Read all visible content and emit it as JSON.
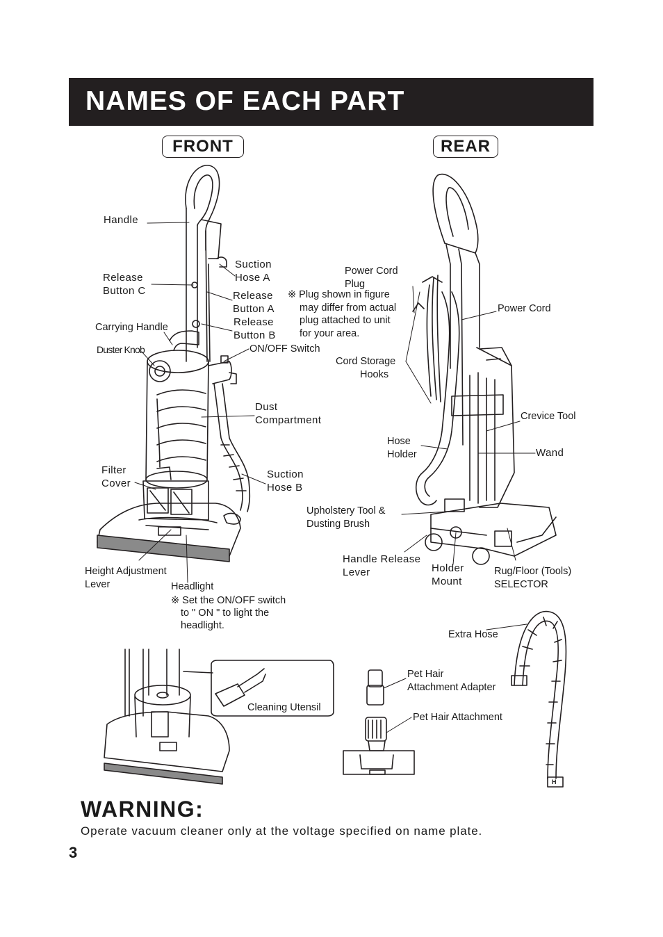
{
  "title": "NAMES OF EACH PART",
  "views": {
    "front": "FRONT",
    "rear": "REAR"
  },
  "front_labels": {
    "handle": "Handle",
    "suction_hose_a": [
      "Suction",
      "Hose A"
    ],
    "release_button_c": [
      "Release",
      "Button C"
    ],
    "release_button_a": [
      "Release",
      "Button A"
    ],
    "release_button_b": [
      "Release",
      "Button B"
    ],
    "carrying_handle": "Carrying Handle",
    "duster_knob": "Duster Knob",
    "on_off_switch": "ON/OFF Switch",
    "dust_compartment": [
      "Dust",
      "Compartment"
    ],
    "filter_cover": [
      "Filter",
      "Cover"
    ],
    "suction_hose_b": [
      "Suction",
      "Hose B"
    ],
    "height_adjustment_lever": [
      "Height Adjustment",
      "Lever"
    ],
    "headlight": "Headlight",
    "headlight_note": [
      "※ Set the ON/OFF switch",
      "to \" ON \" to light the",
      "headlight."
    ]
  },
  "rear_labels": {
    "power_cord_plug": [
      "Power Cord",
      "Plug"
    ],
    "plug_note": [
      "※ Plug shown in figure",
      "may differ from actual",
      "plug attached to unit",
      "for your area."
    ],
    "power_cord": "Power Cord",
    "cord_storage_hooks": [
      "Cord Storage",
      "Hooks"
    ],
    "crevice_tool": "Crevice Tool",
    "hose_holder": [
      "Hose",
      "Holder"
    ],
    "wand": "Wand",
    "upholstery_tool": [
      "Upholstery Tool  &",
      "Dusting Brush"
    ],
    "handle_release_lever": [
      "Handle Release",
      "Lever"
    ],
    "holder_mount": [
      "Holder",
      "Mount"
    ],
    "rug_floor_selector": [
      "Rug/Floor (Tools)",
      "SELECTOR"
    ]
  },
  "accessory_labels": {
    "cleaning_utensil": "Cleaning Utensil",
    "extra_hose": "Extra Hose",
    "pet_hair_adapter": [
      "Pet Hair",
      "Attachment Adapter"
    ],
    "pet_hair_attachment": "Pet Hair Attachment",
    "hose_tag": "H"
  },
  "warning": {
    "title": "WARNING:",
    "text": "Operate vacuum cleaner only at the voltage specified on name plate."
  },
  "page_number": "3"
}
